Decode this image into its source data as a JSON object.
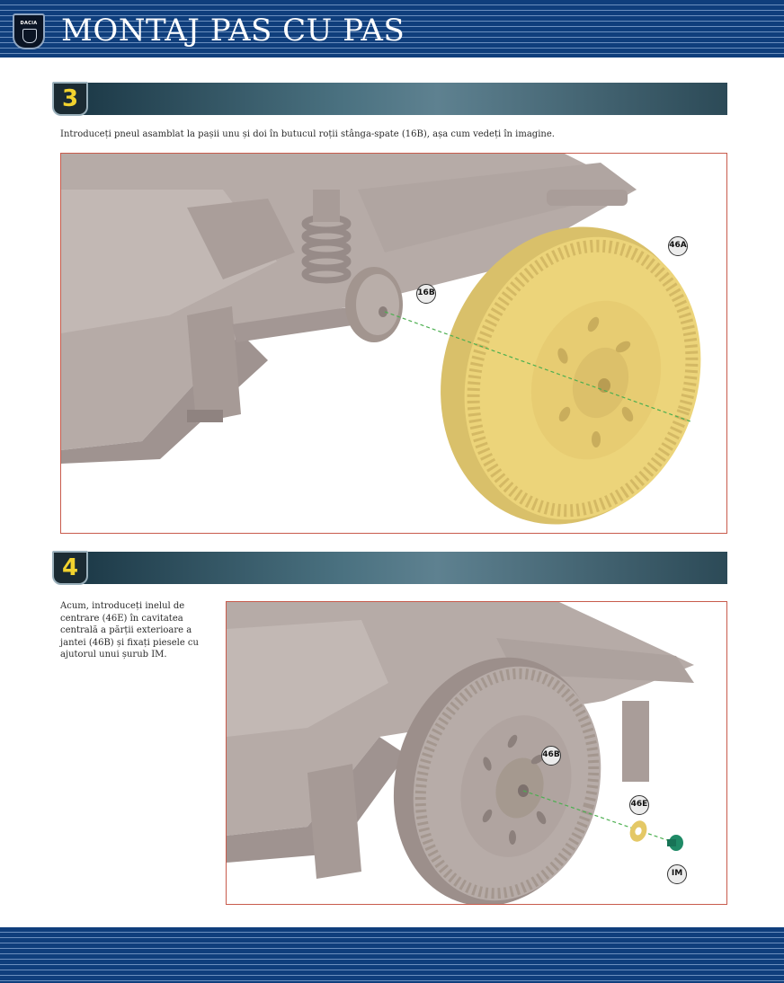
{
  "header": {
    "title": "MONTAJ PAS CU PAS",
    "logo_text": "DACIA"
  },
  "steps": [
    {
      "number": "3",
      "text": "Introduceți pneul asamblat la pașii unu și doi în butucul roții stânga-spate (16B), așa cum vedeți în imagine.",
      "callouts": [
        "16B",
        "46A"
      ]
    },
    {
      "number": "4",
      "text": "Acum, introduceți inelul de centrare (46E) în cavitatea centrală a părții exterioare a jantei (46B) și fixați piesele cu ajutorul unui șurub IM.",
      "callouts": [
        "46B",
        "46E",
        "IM"
      ]
    }
  ],
  "colors": {
    "header_blue": "#0f3e7c",
    "step_number": "#f2d22e",
    "frame_border": "#c85b4c",
    "chassis": "#b3a7a3",
    "tire_yellow": "#ecd47a",
    "screw_green": "#1f8a66"
  }
}
